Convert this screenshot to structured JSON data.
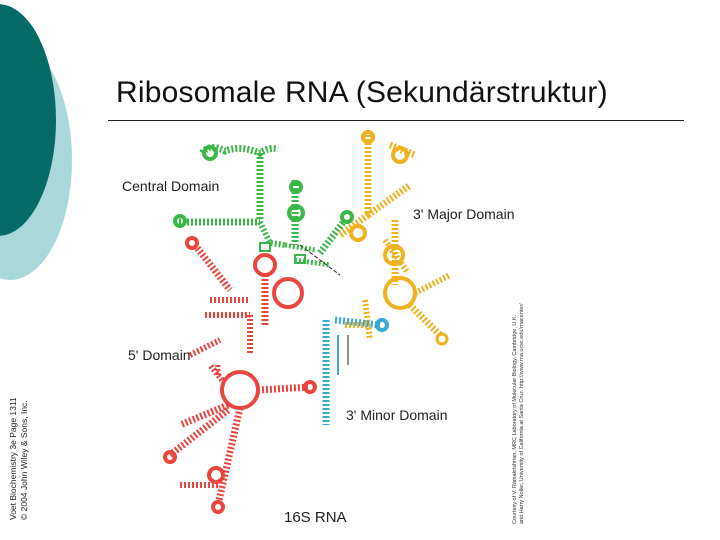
{
  "slide": {
    "title": "Ribosomale RNA (Sekundärstruktur)",
    "credit_left_line1": "Voet Biochemistry 3e   Page 1311",
    "credit_left_line2": "© 2004 John Wiley & Sons, Inc.",
    "credit_right_line1": "Courtesy of V. Ramakrishnan, MRC Laboratory of Molecular Biology, Cambridge, U.K.",
    "credit_right_line2": "and Harry Noller, University of California at Santa Cruz. http://www.rna.ucsc.edu/rnacenter/"
  },
  "diagram": {
    "caption": "16S RNA",
    "domains": [
      {
        "label": "Central Domain",
        "color": "#3cb84a"
      },
      {
        "label": "3' Major Domain",
        "color": "#f0b21e"
      },
      {
        "label": "5' Domain",
        "color": "#e8463e"
      },
      {
        "label": "3' Minor Domain",
        "color": "#3ba9d6"
      }
    ]
  },
  "colors": {
    "theme_dark": "#066a66",
    "theme_light": "#9fd3d6",
    "rule": "#222222"
  }
}
